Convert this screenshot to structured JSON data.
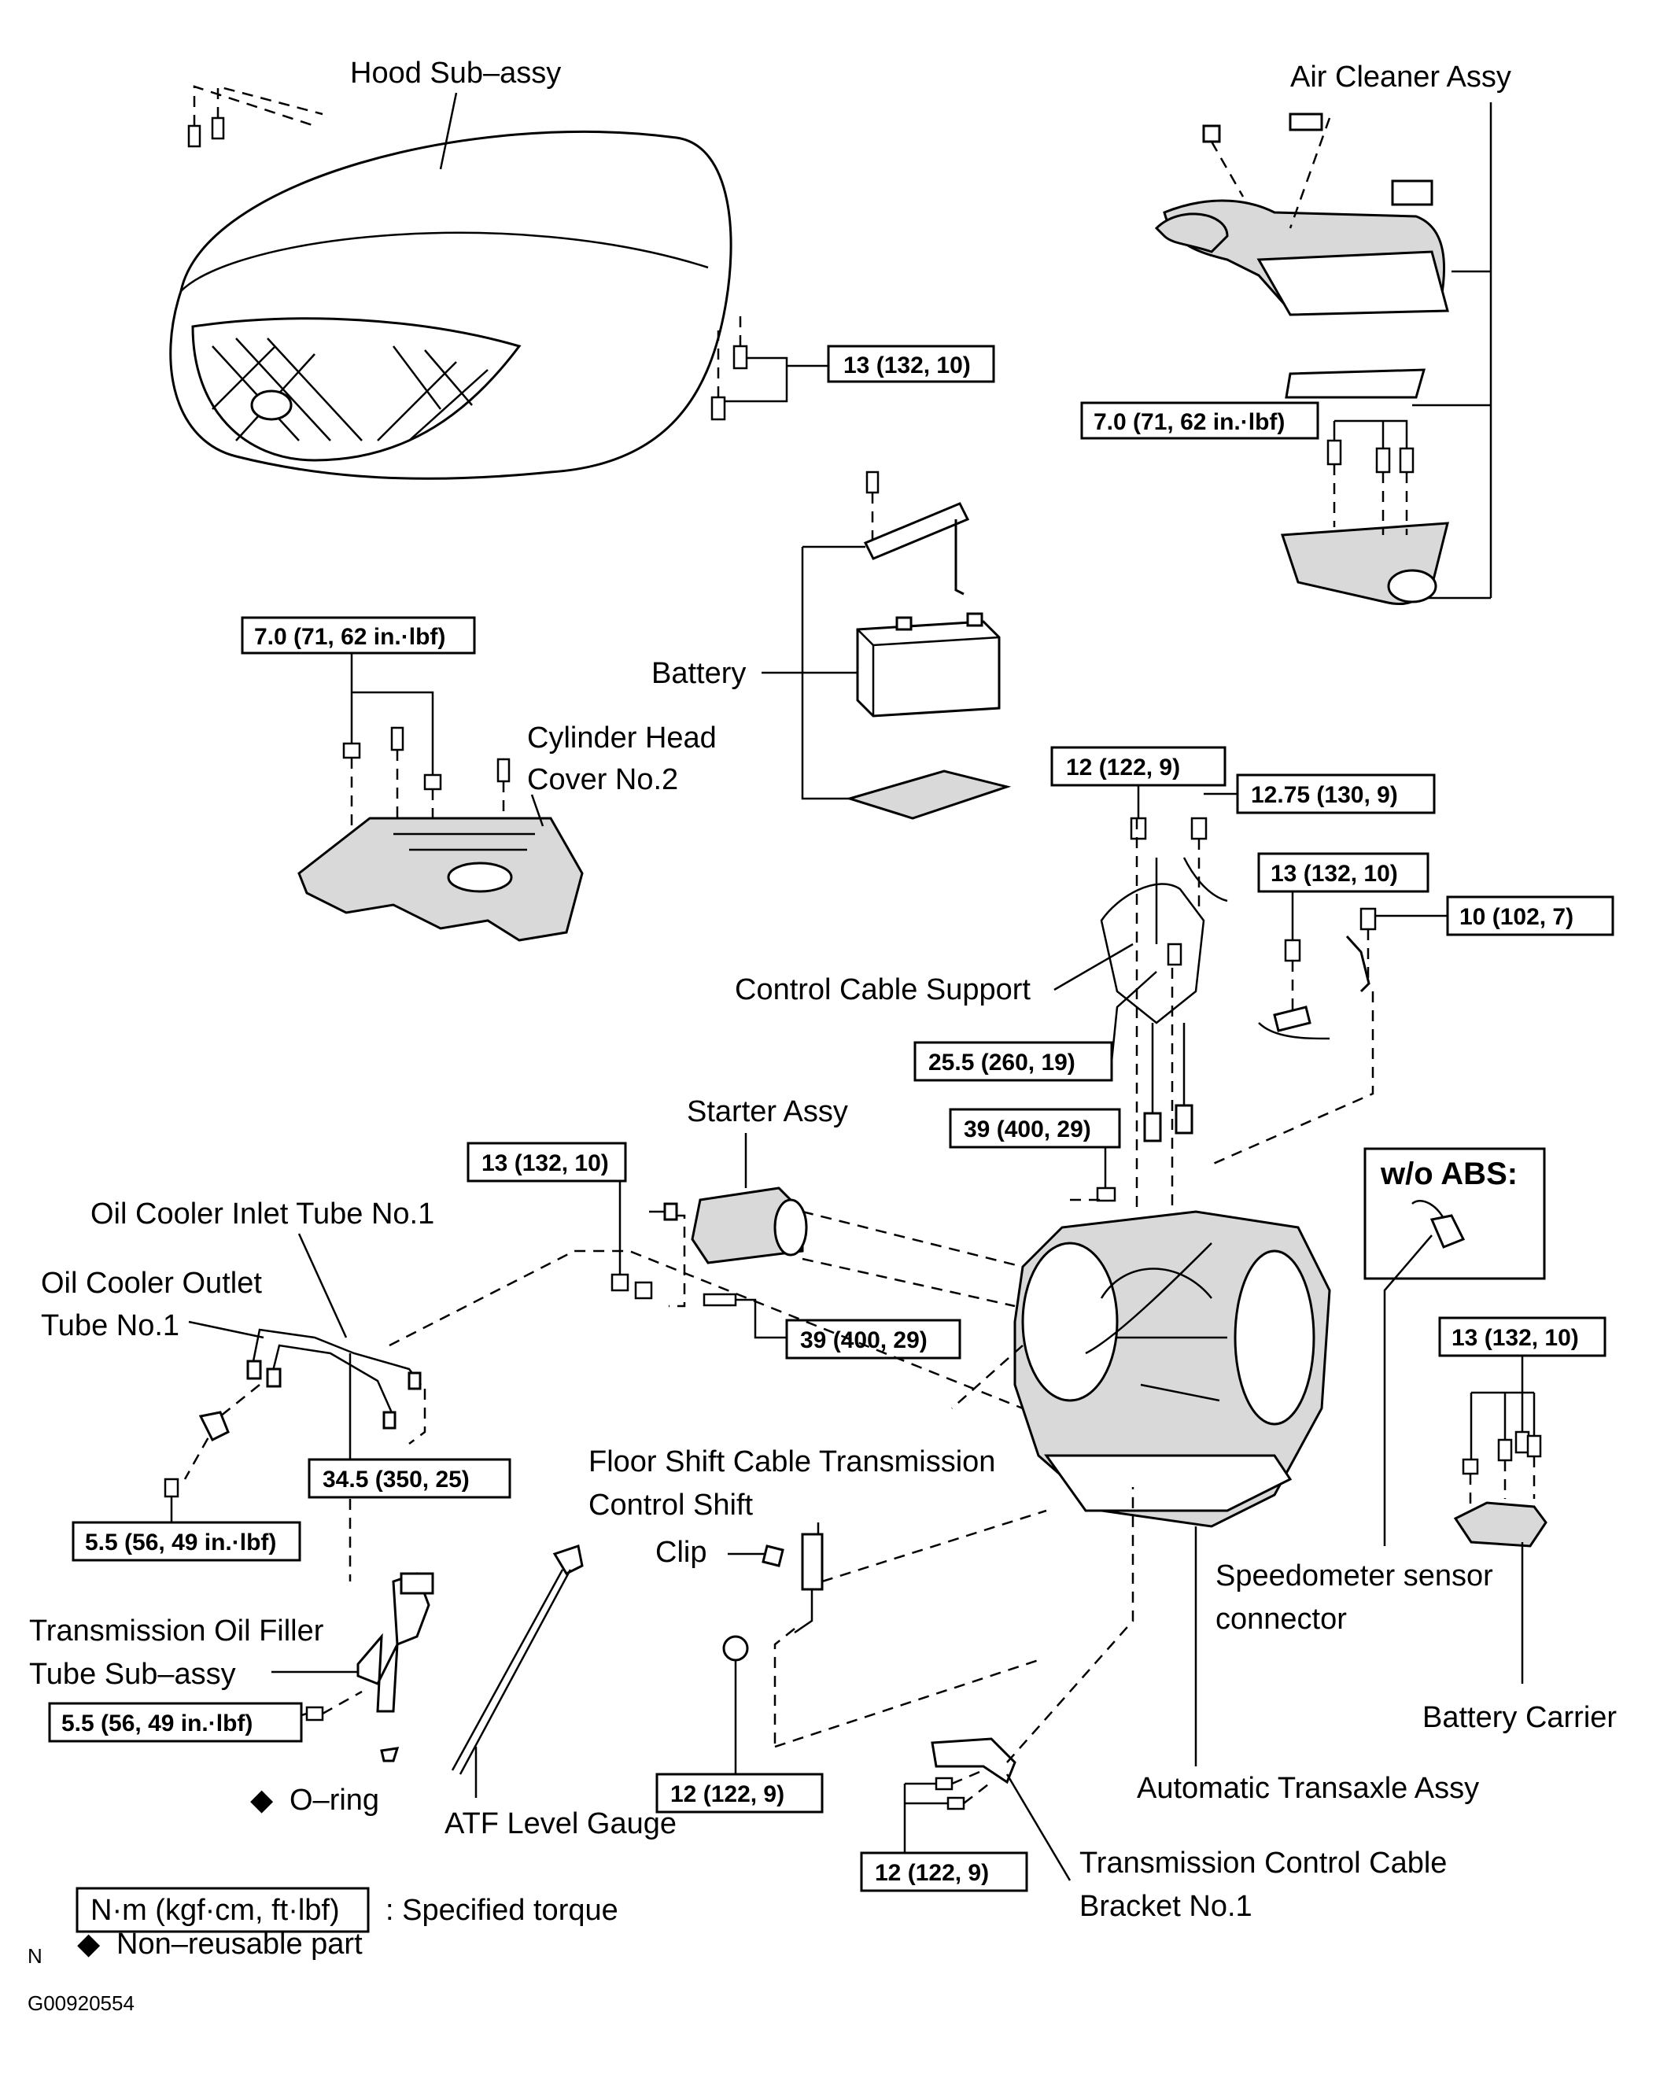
{
  "figure_code": "G00920554",
  "corner_mark": "N",
  "labels": {
    "hood": "Hood Sub–assy",
    "air_cleaner": "Air Cleaner Assy",
    "battery": "Battery",
    "cyl_head_1": "Cylinder Head",
    "cyl_head_2": "Cover No.2",
    "control_cable_support": "Control Cable Support",
    "starter": "Starter Assy",
    "oil_cooler_inlet": "Oil Cooler Inlet Tube No.1",
    "oil_cooler_outlet_1": "Oil Cooler Outlet",
    "oil_cooler_outlet_2": "Tube No.1",
    "floor_shift_1": "Floor Shift Cable Transmission",
    "floor_shift_2": "Control Shift",
    "clip": "Clip",
    "trans_filler_1": "Transmission Oil Filler",
    "trans_filler_2": "Tube Sub–assy",
    "o_ring": "O–ring",
    "atf_gauge": "ATF Level Gauge",
    "wo_abs": "w/o ABS:",
    "speedo_1": "Speedometer sensor",
    "speedo_2": "connector",
    "battery_carrier": "Battery Carrier",
    "auto_transaxle": "Automatic Transaxle Assy",
    "trans_bracket_1": "Transmission Control Cable",
    "trans_bracket_2": "Bracket No.1"
  },
  "torques": {
    "hood": "13 (132, 10)",
    "air_cleaner": "7.0 (71, 62 in.·lbf)",
    "cyl_head": "7.0 (71, 62 in.·lbf)",
    "t12_top": "12 (122, 9)",
    "t12_75": "12.75 (130, 9)",
    "t13_right": "13 (132, 10)",
    "t10": "10 (102, 7)",
    "t25_5": "25.5 (260, 19)",
    "t39_upper": "39 (400, 29)",
    "t13_starter": "13 (132, 10)",
    "t39_lower": "39 (400, 29)",
    "t34_5": "34.5 (350, 25)",
    "t5_5_upper": "5.5 (56, 49 in.·lbf)",
    "t5_5_lower": "5.5 (56, 49 in.·lbf)",
    "t13_carrier": "13 (132, 10)",
    "t12_floor": "12 (122, 9)",
    "t12_bracket": "12 (122, 9)"
  },
  "legend": {
    "torque_box": "N·m (kgf·cm, ft·lbf)",
    "torque_desc": ": Specified torque",
    "nonreusable_symbol": "◆",
    "nonreusable_desc": "Non–reusable part"
  },
  "o_ring_symbol": "◆"
}
